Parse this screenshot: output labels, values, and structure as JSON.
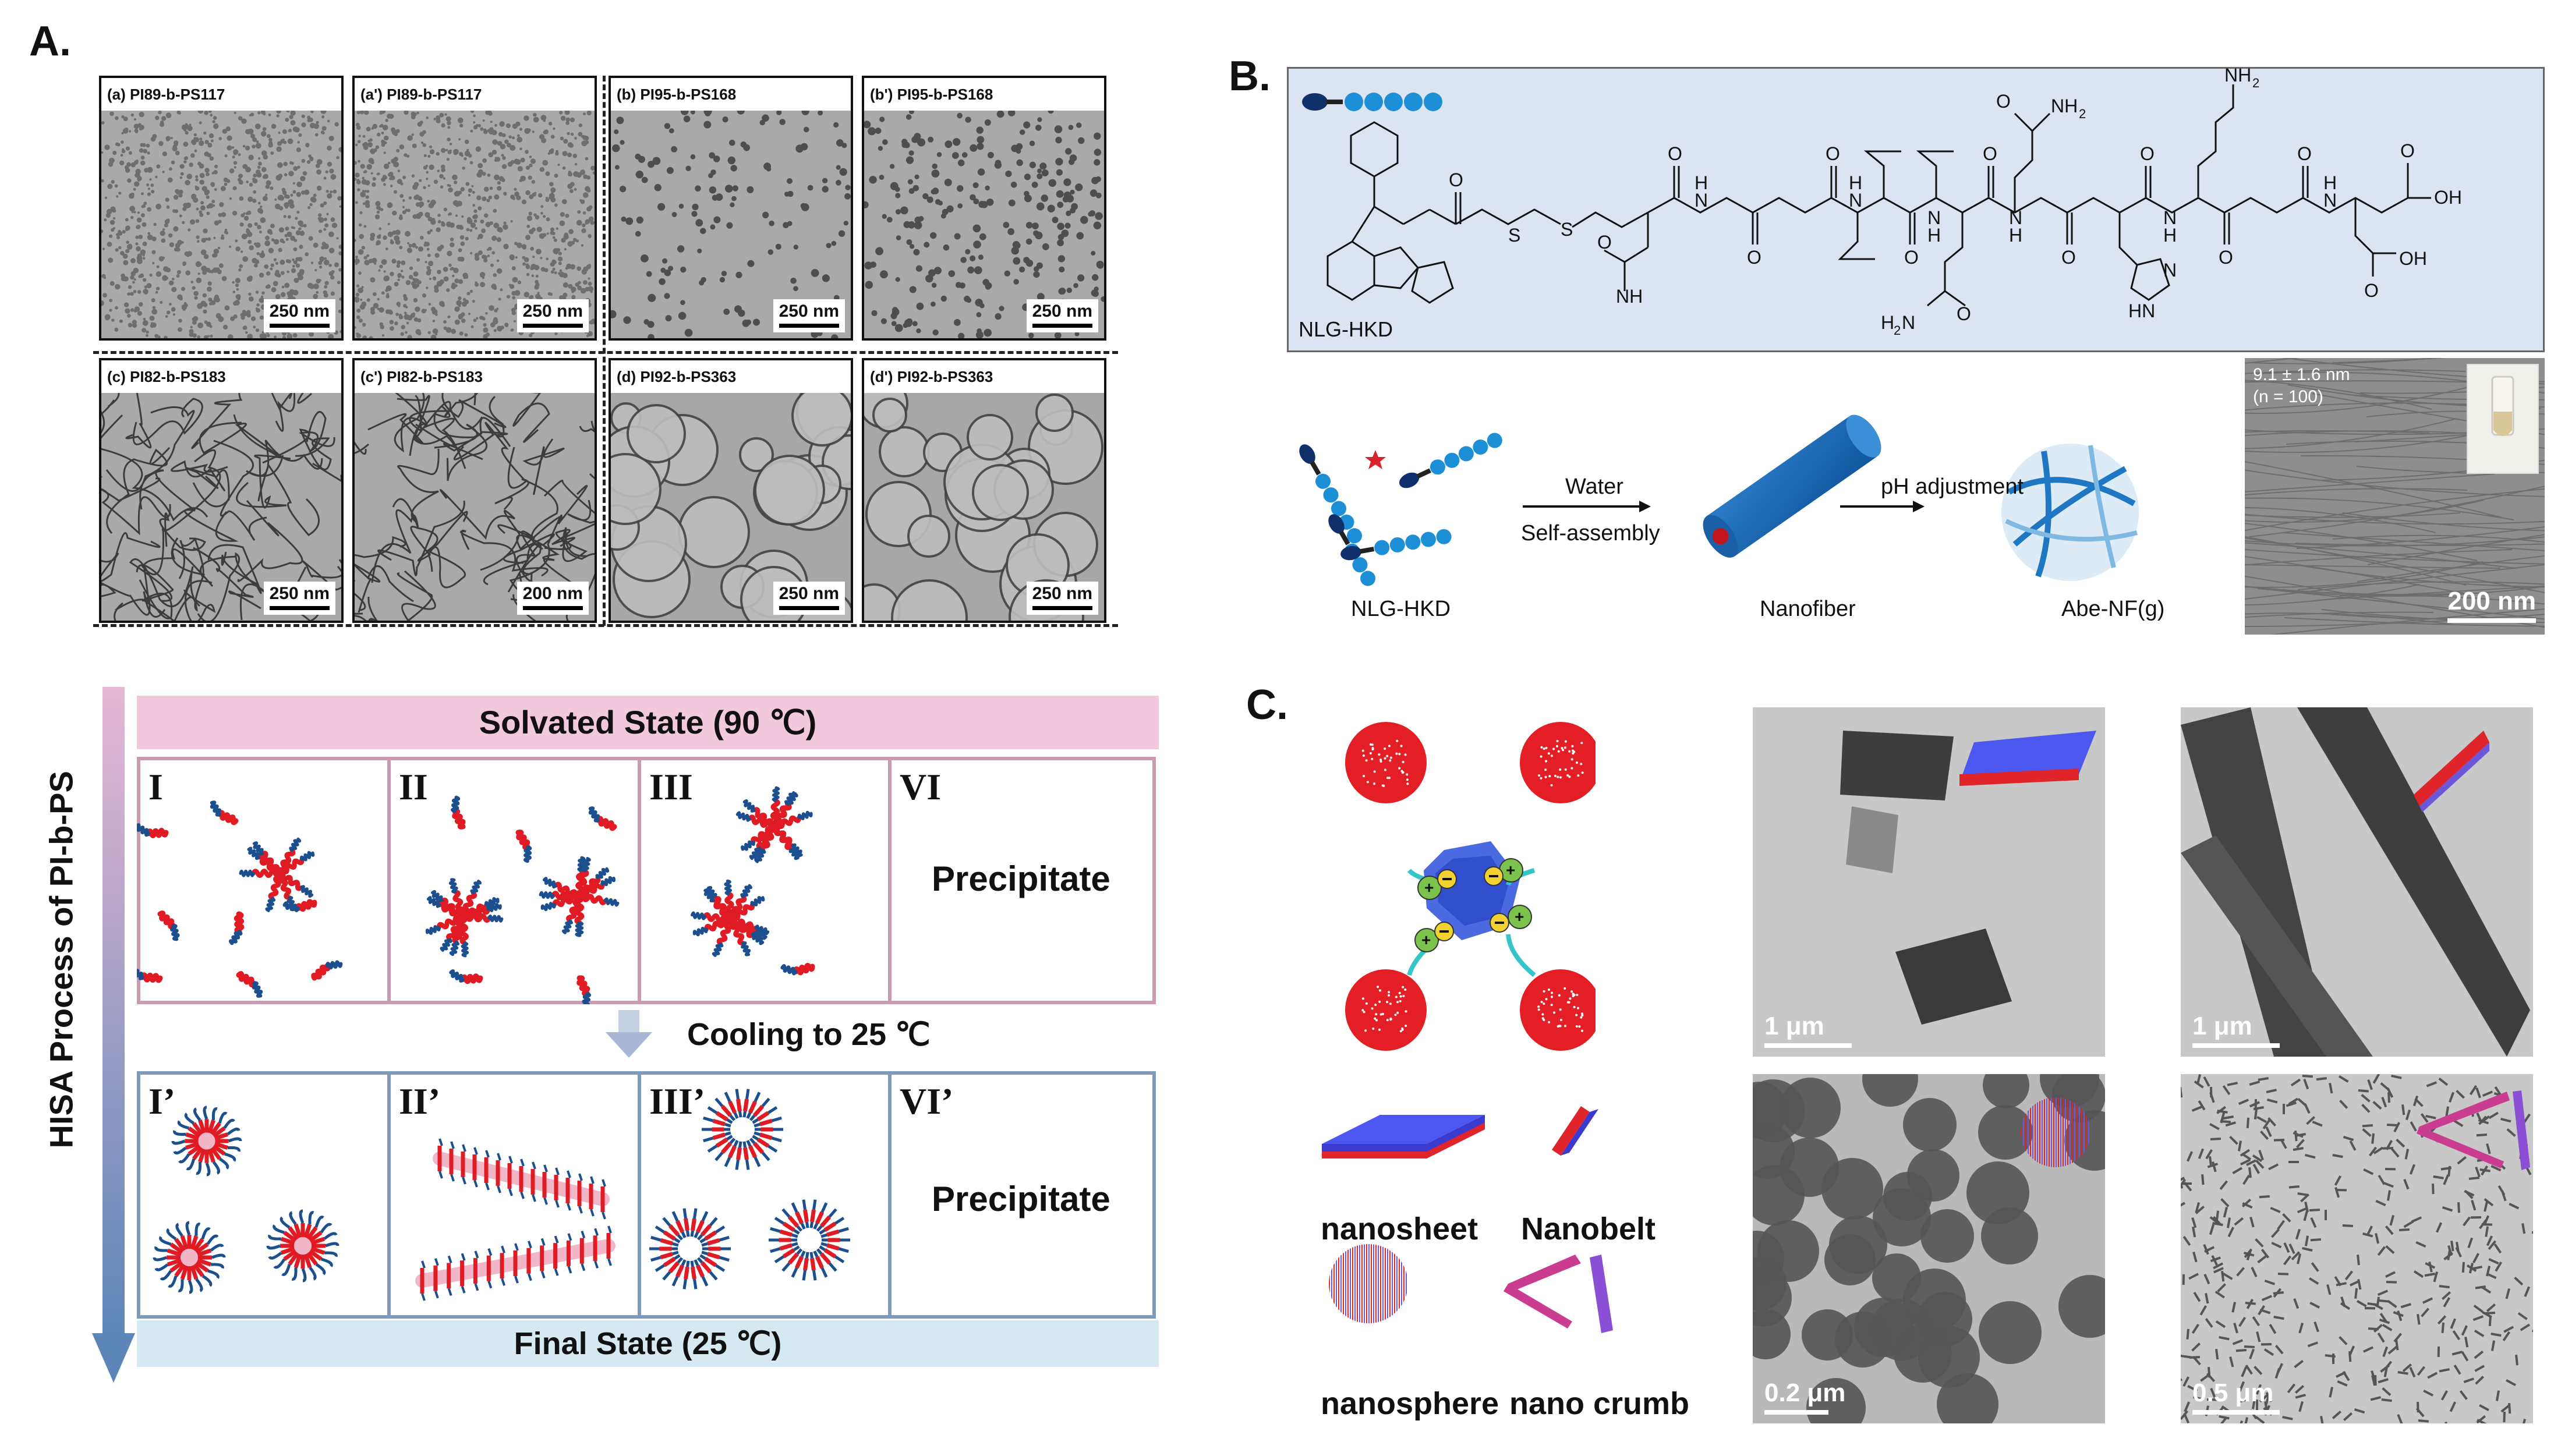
{
  "panels": {
    "a": "A.",
    "b": "B.",
    "c": "C."
  },
  "tem_panels": [
    {
      "label": "(a) PI89-b-PS117",
      "scale": "250 nm",
      "morph": "dots-dense"
    },
    {
      "label": "(a') PI89-b-PS117",
      "scale": "250 nm",
      "morph": "dots-dense"
    },
    {
      "label": "(b) PI95-b-PS168",
      "scale": "250 nm",
      "morph": "dots-sparse"
    },
    {
      "label": "(b') PI95-b-PS168",
      "scale": "250 nm",
      "morph": "dots-sparse"
    },
    {
      "label": "(c) PI82-b-PS183",
      "scale": "250 nm",
      "morph": "worms"
    },
    {
      "label": "(c') PI82-b-PS183",
      "scale": "200 nm",
      "morph": "worms"
    },
    {
      "label": "(d) PI92-b-PS363",
      "scale": "250 nm",
      "morph": "vesicles"
    },
    {
      "label": "(d') PI92-b-PS363",
      "scale": "250 nm",
      "morph": "vesicles"
    }
  ],
  "hisa": {
    "side_label": "HISA Process of PI-b-PS",
    "solvated": "Solvated State (90 ℃)",
    "cooling": "Cooling to 25 ℃",
    "final": "Final State (25 ℃)",
    "top_boxes": [
      "I",
      "II",
      "III",
      "VI"
    ],
    "bottom_boxes": [
      "I’",
      "II’",
      "III’",
      "VI’"
    ],
    "precipitate": "Precipitate"
  },
  "b": {
    "molecule_name": "NLG-HKD",
    "groups": [
      "NH2",
      "O",
      "NH",
      "N",
      "H",
      "OH",
      "HN",
      "H2N",
      "S"
    ],
    "water": "Water",
    "self_assembly": "Self-assembly",
    "ph": "pH adjustment",
    "captions": [
      "NLG-HKD",
      "Nanofiber",
      "Abe-NF(g)"
    ],
    "em_stats": "9.1 ± 1.6 nm",
    "em_n": "(n = 100)",
    "em_scale": "200 nm"
  },
  "c": {
    "shapes": [
      "nanosheet",
      "Nanobelt",
      "nanosphere",
      "nano crumb"
    ],
    "scales": [
      "1 μm",
      "1 μm",
      "0.2 μm",
      "0.5 μm"
    ]
  }
}
